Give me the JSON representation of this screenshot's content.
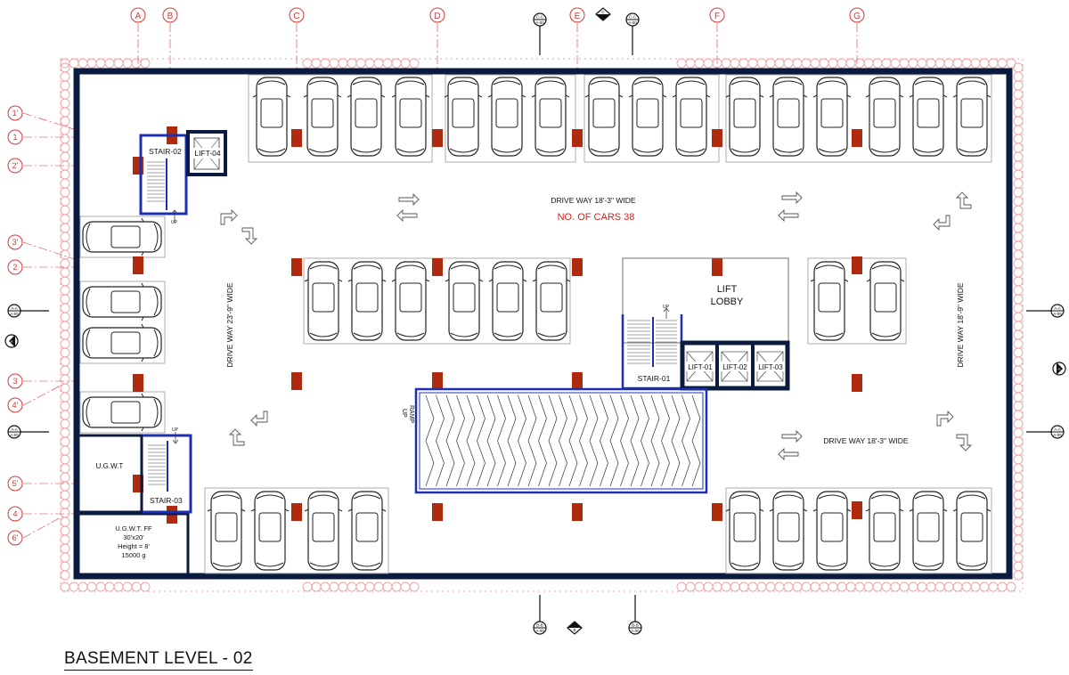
{
  "title": "BASEMENT LEVEL - 02",
  "grid_columns": [
    "A",
    "B",
    "C",
    "D",
    "E",
    "F",
    "G"
  ],
  "grid_rows": [
    "1'",
    "1",
    "2'",
    "3'",
    "2",
    "3",
    "4'",
    "5'",
    "4",
    "6'"
  ],
  "section_markers": {
    "top_left": "C-C",
    "top_center": "C",
    "top_right": "C-C",
    "bottom_left": "B-B",
    "bottom_center": "B",
    "bottom_right": "B-B",
    "left_upper": "A-A",
    "left_middle": "A",
    "left_lower": "A-A",
    "right_upper": "A-A",
    "right_middle": "A",
    "right_lower": "A-A",
    "sheet_ref": "A-00"
  },
  "labels": {
    "driveway_top": "DRIVE WAY 18'-3\" WIDE",
    "cars_count": "NO. OF CARS 38",
    "driveway_left": "DRIVE WAY 23'-9\" WIDE",
    "driveway_right": "DRIVE WAY 18'-9\" WIDE",
    "driveway_bottom": "DRIVE WAY 18'-3\" WIDE",
    "lift_lobby_1": "LIFT",
    "lift_lobby_2": "LOBBY",
    "stair_01": "STAIR-01",
    "stair_02": "STAIR-02",
    "stair_03": "STAIR-03",
    "lift_01": "LIFT-01",
    "lift_02": "LIFT-02",
    "lift_03": "LIFT-03",
    "lift_04": "LIFT-04",
    "ramp_1": "RAMP",
    "ramp_2": "UP",
    "up": "UP",
    "ugwt": "U.G.W.T",
    "ugwt_ff_1": "U.G.W.T. FF",
    "ugwt_ff_2": "30'x20'",
    "ugwt_ff_3": "Height = 8'",
    "ugwt_ff_4": "15000 g"
  },
  "colors": {
    "wall": "#0b1b3f",
    "column": "#b02a10",
    "stair_outline": "#1c2fb0",
    "grid": "#d23a3a",
    "accent_text": "#d4221a",
    "plot_boundary": "#f0a0a0"
  }
}
